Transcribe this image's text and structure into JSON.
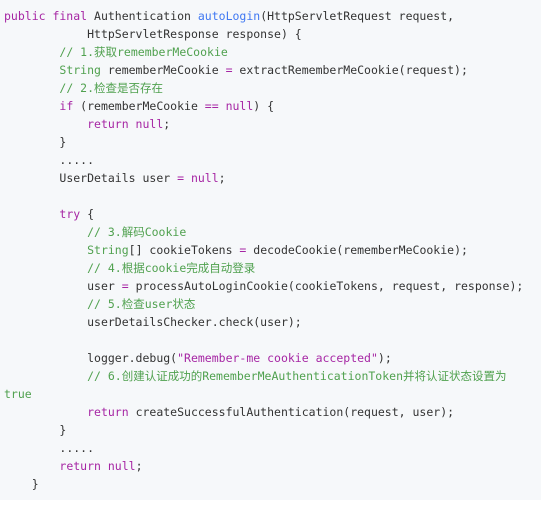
{
  "code": {
    "lines": [
      {
        "indent": "",
        "tokens": [
          {
            "t": "public final ",
            "c": "keyword"
          },
          {
            "t": "Authentication ",
            "c": ""
          },
          {
            "t": "autoLogin",
            "c": "fn"
          },
          {
            "t": "(HttpServletRequest request,",
            "c": ""
          }
        ]
      },
      {
        "indent": "            ",
        "tokens": [
          {
            "t": "HttpServletResponse response) {",
            "c": ""
          }
        ]
      },
      {
        "indent": "        ",
        "tokens": [
          {
            "t": "// 1.获取rememberMeCookie",
            "c": "comment"
          }
        ]
      },
      {
        "indent": "        ",
        "tokens": [
          {
            "t": "String ",
            "c": "comment"
          },
          {
            "t": "rememberMeCookie ",
            "c": ""
          },
          {
            "t": "= ",
            "c": "keyword"
          },
          {
            "t": "extractRememberMeCookie(request);",
            "c": ""
          }
        ]
      },
      {
        "indent": "        ",
        "tokens": [
          {
            "t": "// 2.检查是否存在",
            "c": "comment"
          }
        ]
      },
      {
        "indent": "        ",
        "tokens": [
          {
            "t": "if ",
            "c": "keyword"
          },
          {
            "t": "(rememberMeCookie ",
            "c": ""
          },
          {
            "t": "== null",
            "c": "keyword"
          },
          {
            "t": ") {",
            "c": ""
          }
        ]
      },
      {
        "indent": "            ",
        "tokens": [
          {
            "t": "return null",
            "c": "keyword"
          },
          {
            "t": ";",
            "c": ""
          }
        ]
      },
      {
        "indent": "        ",
        "tokens": [
          {
            "t": "}",
            "c": ""
          }
        ]
      },
      {
        "indent": "        ",
        "tokens": [
          {
            "t": ".....",
            "c": ""
          }
        ]
      },
      {
        "indent": "        ",
        "tokens": [
          {
            "t": "UserDetails user ",
            "c": ""
          },
          {
            "t": "= null",
            "c": "keyword"
          },
          {
            "t": ";",
            "c": ""
          }
        ]
      },
      {
        "indent": "",
        "tokens": []
      },
      {
        "indent": "        ",
        "tokens": [
          {
            "t": "try ",
            "c": "keyword"
          },
          {
            "t": "{",
            "c": ""
          }
        ]
      },
      {
        "indent": "            ",
        "tokens": [
          {
            "t": "// 3.解码Cookie",
            "c": "comment"
          }
        ]
      },
      {
        "indent": "            ",
        "tokens": [
          {
            "t": "String",
            "c": "comment"
          },
          {
            "t": "[] cookieTokens ",
            "c": ""
          },
          {
            "t": "= ",
            "c": "keyword"
          },
          {
            "t": "decodeCookie(rememberMeCookie);",
            "c": ""
          }
        ]
      },
      {
        "indent": "            ",
        "tokens": [
          {
            "t": "// 4.根据cookie完成自动登录",
            "c": "comment"
          }
        ]
      },
      {
        "indent": "            ",
        "tokens": [
          {
            "t": "user ",
            "c": ""
          },
          {
            "t": "= ",
            "c": "keyword"
          },
          {
            "t": "processAutoLoginCookie(cookieTokens, request, response);",
            "c": ""
          }
        ]
      },
      {
        "indent": "            ",
        "tokens": [
          {
            "t": "// 5.检查user状态",
            "c": "comment"
          }
        ]
      },
      {
        "indent": "            ",
        "tokens": [
          {
            "t": "userDetailsChecker.check(user);",
            "c": ""
          }
        ]
      },
      {
        "indent": "",
        "tokens": []
      },
      {
        "indent": "            ",
        "tokens": [
          {
            "t": "logger.debug(",
            "c": ""
          },
          {
            "t": "\"Remember-me cookie accepted\"",
            "c": "keyword"
          },
          {
            "t": ");",
            "c": ""
          }
        ]
      },
      {
        "indent": "            ",
        "tokens": [
          {
            "t": "// 6.创建认证成功的RememberMeAuthenticationToken并将认证状态设置为",
            "c": "comment"
          }
        ]
      },
      {
        "indent": "",
        "tokens": [
          {
            "t": "true",
            "c": "comment"
          }
        ]
      },
      {
        "indent": "            ",
        "tokens": [
          {
            "t": "return ",
            "c": "keyword"
          },
          {
            "t": "createSuccessfulAuthentication(request, user);",
            "c": ""
          }
        ]
      },
      {
        "indent": "        ",
        "tokens": [
          {
            "t": "}",
            "c": ""
          }
        ]
      },
      {
        "indent": "        ",
        "tokens": [
          {
            "t": ".....",
            "c": ""
          }
        ]
      },
      {
        "indent": "        ",
        "tokens": [
          {
            "t": "return null",
            "c": "keyword"
          },
          {
            "t": ";",
            "c": ""
          }
        ]
      },
      {
        "indent": "    ",
        "tokens": [
          {
            "t": "}",
            "c": ""
          }
        ]
      }
    ]
  },
  "colors": {
    "background": "#f6f8fa",
    "keyword": "#a626a4",
    "comment": "#50a14f",
    "text": "#333333"
  }
}
